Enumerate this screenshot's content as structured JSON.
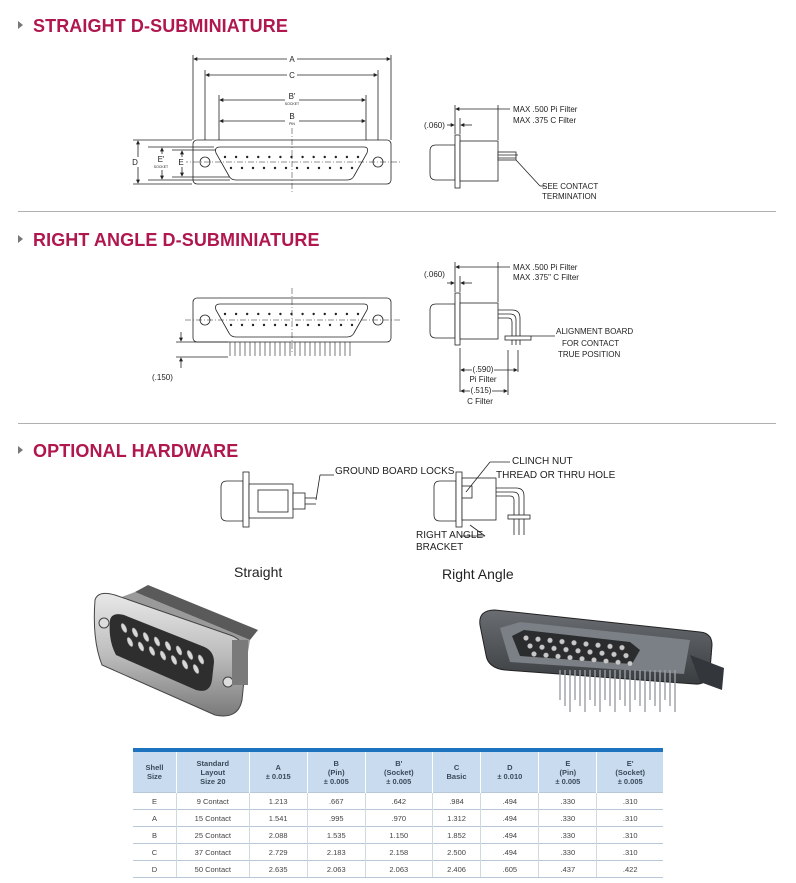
{
  "sections": {
    "straight": "STRAIGHT D-SUBMINIATURE",
    "right_angle": "RIGHT ANGLE D-SUBMINIATURE",
    "hardware": "OPTIONAL HARDWARE"
  },
  "straight_labels": {
    "a": "A",
    "c": "C",
    "bp": "B'",
    "bp_sub": "SOCKET",
    "b": "B",
    "b_sub": "PIN",
    "d": "D",
    "ep": "E'",
    "ep_sub": "SOCKET",
    "e": "E",
    "dim060": "(.060)",
    "max500": "MAX .500  Pi Filter",
    "max375": "MAX .375  C Filter",
    "see_contact_1": "SEE CONTACT",
    "see_contact_2": "TERMINATION"
  },
  "right_angle_labels": {
    "dim060": "(.060)",
    "max500": "MAX .500  Pi Filter",
    "max375": "MAX .375\" C Filter",
    "align1": "ALIGNMENT BOARD",
    "align2": "FOR CONTACT",
    "align3": "TRUE POSITION",
    "dim150": "(.150)",
    "dim590": "(.590)",
    "pi": "Pi Filter",
    "dim515": "(.515)",
    "cf": "C Filter"
  },
  "hardware_labels": {
    "ground": "GROUND BOARD LOCKS",
    "clinch": "CLINCH NUT",
    "thread": "THREAD OR THRU HOLE",
    "bracket1": "RIGHT ANGLE",
    "bracket2": "BRACKET",
    "straight_caption": "Straight",
    "right_caption": "Right Angle"
  },
  "table": {
    "headers": [
      [
        "Shell",
        "Size"
      ],
      [
        "Standard",
        "Layout",
        "Size 20"
      ],
      [
        "A",
        "± 0.015"
      ],
      [
        "B",
        "(Pin)",
        "± 0.005"
      ],
      [
        "B'",
        "(Socket)",
        "± 0.005"
      ],
      [
        "C",
        "Basic"
      ],
      [
        "D",
        "± 0.010"
      ],
      [
        "E",
        "(Pin)",
        "± 0.005"
      ],
      [
        "E'",
        "(Socket)",
        "± 0.005"
      ]
    ],
    "rows": [
      [
        "E",
        "9 Contact",
        "1.213",
        ".667",
        ".642",
        ".984",
        ".494",
        ".330",
        ".310"
      ],
      [
        "A",
        "15 Contact",
        "1.541",
        ".995",
        ".970",
        "1.312",
        ".494",
        ".330",
        ".310"
      ],
      [
        "B",
        "25 Contact",
        "2.088",
        "1.535",
        "1.150",
        "1.852",
        ".494",
        ".330",
        ".310"
      ],
      [
        "C",
        "37 Contact",
        "2.729",
        "2.183",
        "2.158",
        "2.500",
        ".494",
        ".330",
        ".310"
      ],
      [
        "D",
        "50 Contact",
        "2.635",
        "2.063",
        "2.063",
        "2.406",
        ".605",
        ".437",
        ".422"
      ]
    ]
  },
  "colors": {
    "title": "#b0174d",
    "table_header": "#c9dcef",
    "table_bar": "#1e73be"
  }
}
